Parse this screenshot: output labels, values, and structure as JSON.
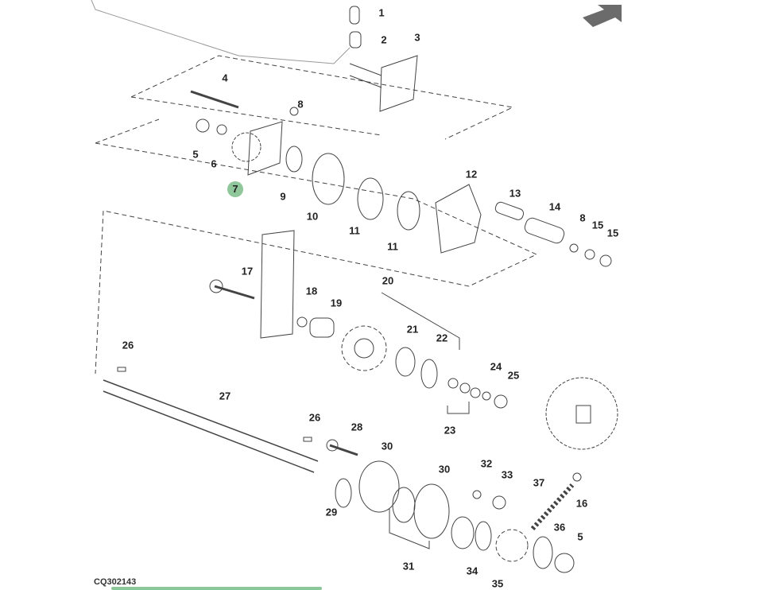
{
  "diagram": {
    "code": "CQ302143",
    "highlighted_callout": "7",
    "highlight_color": "#8fc79a",
    "callouts": [
      "1",
      "2",
      "3",
      "4",
      "8",
      "5",
      "6",
      "7",
      "9",
      "10",
      "11",
      "11",
      "12",
      "13",
      "14",
      "8",
      "15",
      "15",
      "17",
      "18",
      "19",
      "20",
      "21",
      "22",
      "24",
      "25",
      "23",
      "26",
      "27",
      "26",
      "28",
      "30",
      "30",
      "32",
      "33",
      "29",
      "37",
      "16",
      "36",
      "5",
      "31",
      "34",
      "35"
    ]
  },
  "icons": {
    "direction": "arrow-up-right-icon"
  }
}
